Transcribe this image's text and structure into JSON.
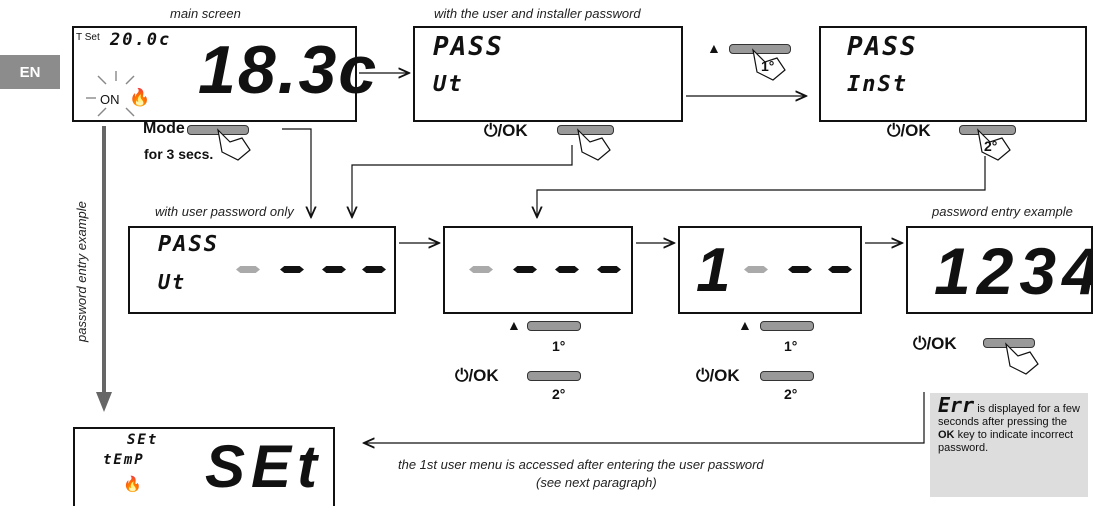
{
  "lang_badge": "EN",
  "captions": {
    "main_screen": "main screen",
    "user_installer": "with the user and installer password",
    "user_only": "with user password only",
    "entry_example": "password entry example",
    "side_label": "password entry example",
    "menu_line1": "the 1st user menu is accessed after entering the user password",
    "menu_line2": "(see next paragraph)"
  },
  "main_display": {
    "tset_label": "T Set",
    "tset_value": "20.0c",
    "temp": "18.3c",
    "on_label": "ON"
  },
  "keys": {
    "mode_label": "Mode",
    "mode_hint": "for 3 secs.",
    "ok_label": "/OK",
    "up_symbol": "▲",
    "step1": "1°",
    "step2": "2°"
  },
  "displays": {
    "pass": "PASS",
    "ut": "Ut",
    "inst": "InSt",
    "d1": "1",
    "d1234": "1234",
    "set_small1": "SEt",
    "set_small2": "tEmP",
    "set_big": "SEt"
  },
  "note": {
    "err": "Err",
    "text1": "is displayed for a few seconds after pressing the",
    "ok": "OK",
    "text2": "key to indicate incorrect password."
  }
}
